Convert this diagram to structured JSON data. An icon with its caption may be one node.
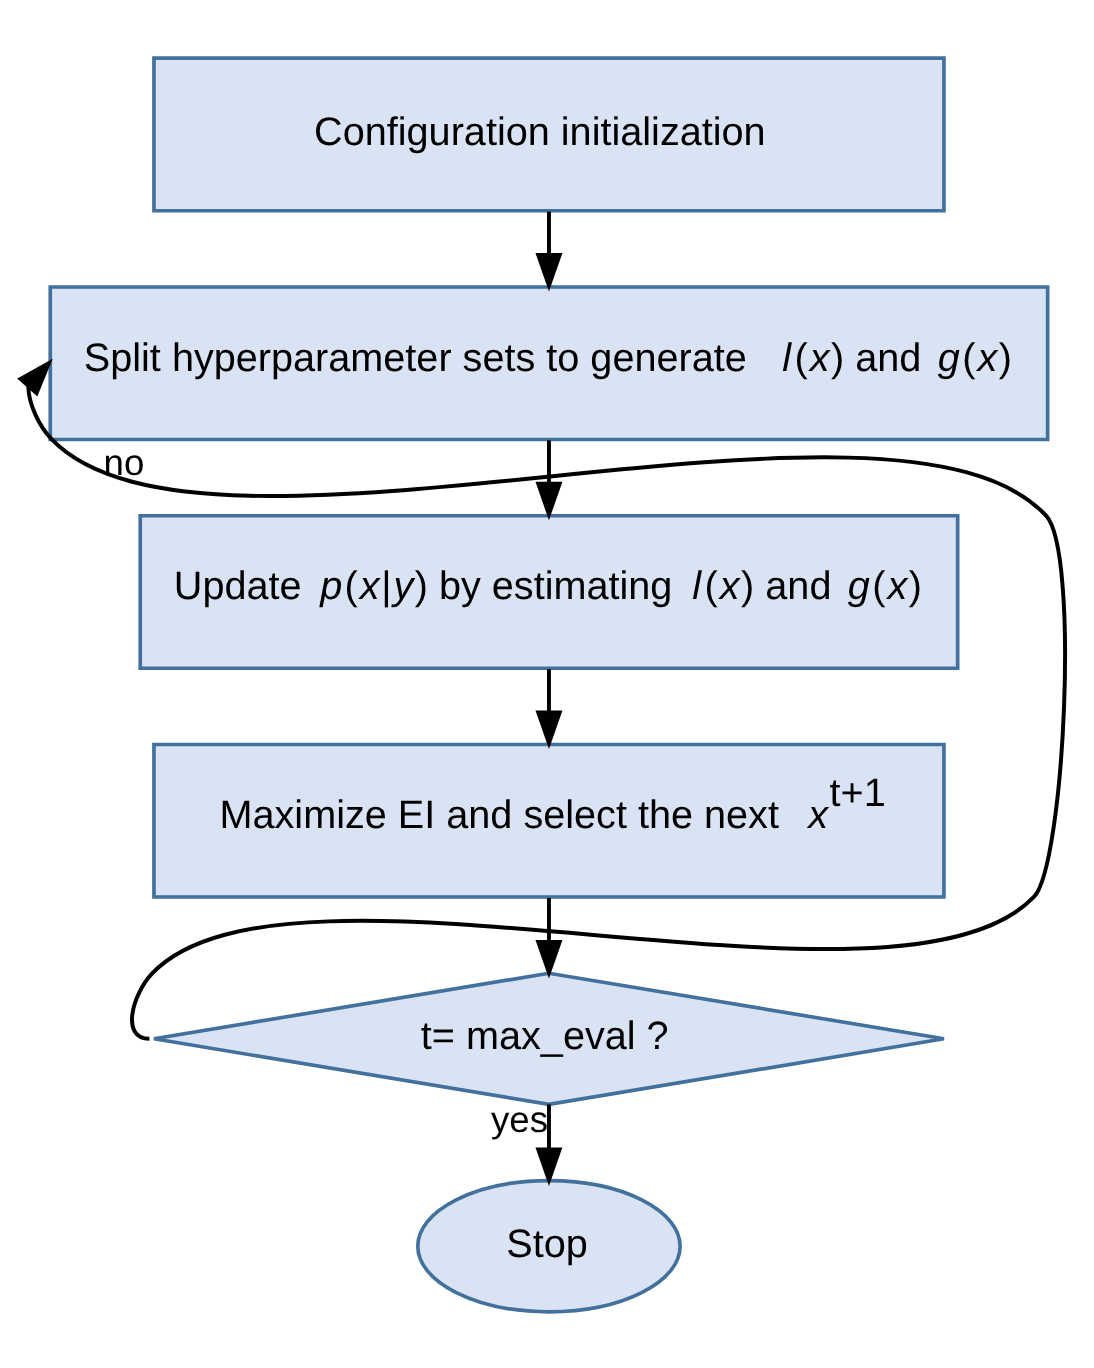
{
  "diagram": {
    "nodes": [
      {
        "text": [
          "Configuration initialization"
        ]
      },
      {
        "text": [
          "Split hyperparameter sets to generate *l*(*x*) and *g*(*x*)"
        ]
      },
      {
        "text": [
          "Update *p*(*x*|*y*) by estimating *l*(*x*) and *g*(*x*)"
        ]
      },
      {
        "text": [
          "Maximize EI and select the next *x*$^{t+1}$"
        ]
      },
      {
        "text": [
          "t= max_eval ?"
        ]
      },
      {
        "text": [
          "Stop"
        ]
      }
    ],
    "edges": [
      {
        "from": 0,
        "to": 1,
        "arrow": "to"
      },
      {
        "from": 1,
        "to": 2,
        "arrow": "to"
      },
      {
        "from": 2,
        "to": 3,
        "arrow": "to"
      },
      {
        "from": 3,
        "to": 4,
        "arrow": "to"
      },
      {
        "from": 4,
        "to": 1,
        "arrow": "to",
        "label": "no"
      },
      {
        "from": 4,
        "to": 5,
        "arrow": "to",
        "label": "yes"
      }
    ]
  }
}
